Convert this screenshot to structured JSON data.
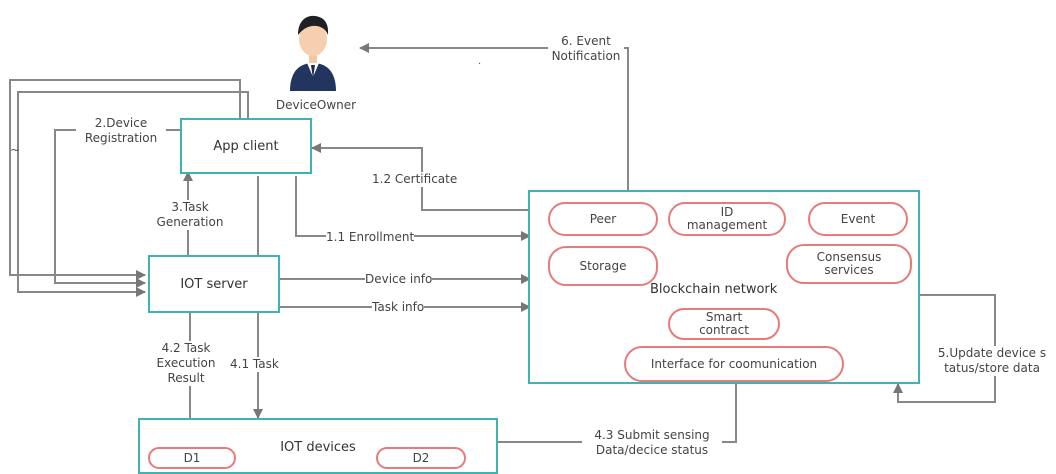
{
  "actors": {
    "device_owner": "DeviceOwner"
  },
  "nodes": {
    "app_client": "App client",
    "iot_server": "IOT server",
    "iot_devices": "IOT devices",
    "blockchain_network": "Blockchain network"
  },
  "blockchain_components": {
    "peer": "Peer",
    "id_management": "ID management",
    "event": "Event",
    "storage": "Storage",
    "consensus": "Consensus services",
    "smart_contract": "Smart contract",
    "interface": "Interface for coomunication"
  },
  "devices": {
    "d1": "D1",
    "d2": "D2"
  },
  "edges": {
    "event_notification": "6. Event Notification",
    "device_registration": "2.Device Registration",
    "certificate": "1.2 Certificate",
    "task_generation": "3.Task Generation",
    "enrollment": "1.1 Enrollment",
    "device_info": "Device info",
    "task_info": "Task info",
    "task_exec_result": "4.2 Task Execution Result",
    "task": "4.1 Task",
    "submit_sensing": "4.3 Submit sensing Data/decice status",
    "update_status": "5.Update device s tatus/store data"
  },
  "colors": {
    "node_border": "#3fb3b3",
    "component_border": "#e77a7a",
    "arrow": "#777777"
  },
  "icons": {
    "owner_avatar": "person-avatar-icon"
  }
}
